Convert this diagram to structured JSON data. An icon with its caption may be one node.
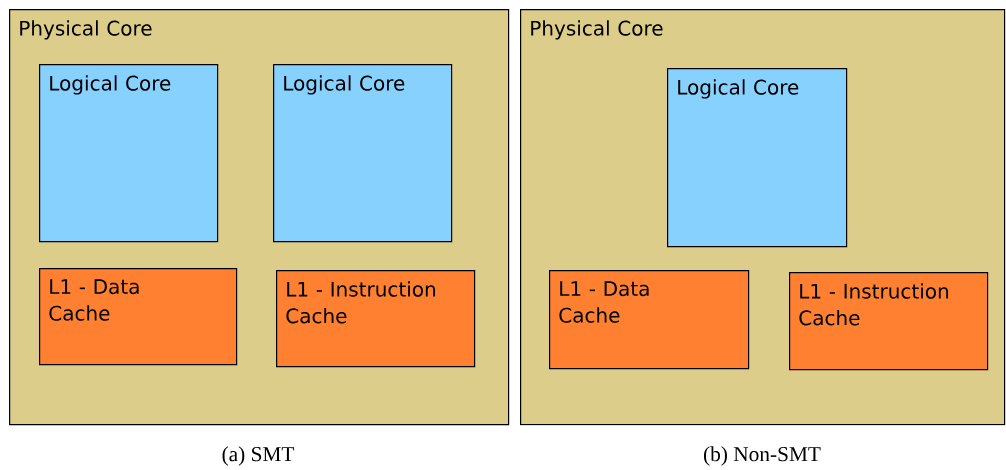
{
  "diagram": {
    "nodes": [
      {
        "text": [
          "Physical Core"
        ],
        "beside": [
          "(a) SMT"
        ]
      },
      {
        "text": [
          "Logical Core"
        ],
        "in": 0
      },
      {
        "text": [
          "Logical Core"
        ],
        "in": 0
      },
      {
        "text": [
          "L1 - Data Cache"
        ],
        "in": 0
      },
      {
        "text": [
          "L1 - Instruction Cache"
        ],
        "in": 0
      },
      {
        "text": [
          "Physical Core"
        ],
        "beside": [
          "(b) Non-SMT"
        ]
      },
      {
        "text": [
          "Logical Core"
        ],
        "in": 5
      },
      {
        "text": [
          "L1 - Data Cache"
        ],
        "in": 5
      },
      {
        "text": [
          "L1 - Instruction Cache"
        ],
        "in": 5
      }
    ],
    "edges": []
  }
}
